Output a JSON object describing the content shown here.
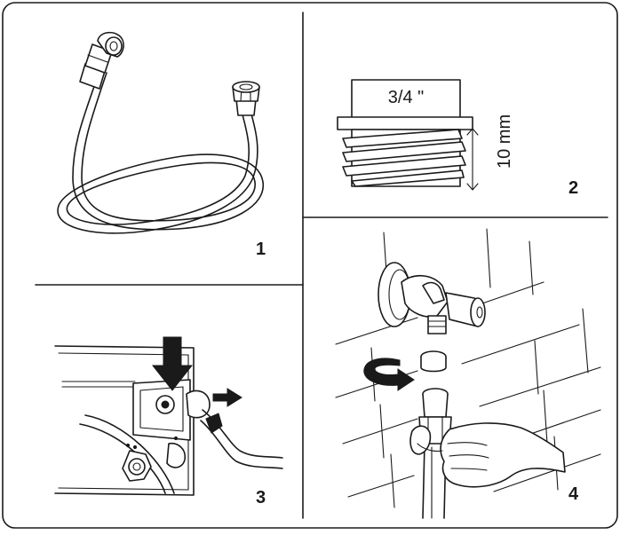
{
  "panels": [
    {
      "number": "1",
      "icon": "water-hose-icon"
    },
    {
      "number": "2",
      "icon": "thread-fitting-icon",
      "thread_label": "3/4 \"",
      "dimension_label": "10 mm"
    },
    {
      "number": "3",
      "icon": "machine-inlet-connection-icon"
    },
    {
      "number": "4",
      "icon": "tap-connection-icon"
    }
  ],
  "colors": {
    "line": "#1a1a1a",
    "background": "#ffffff"
  }
}
